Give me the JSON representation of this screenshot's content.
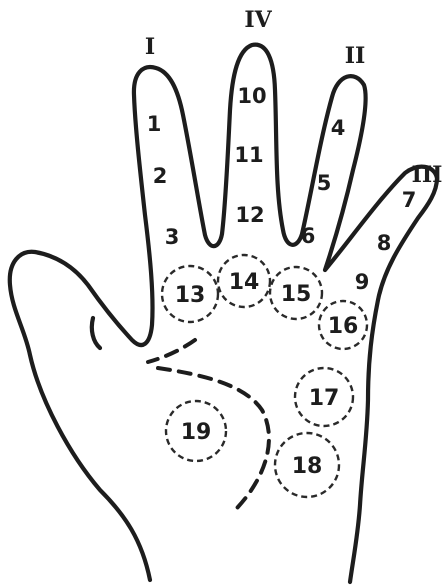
{
  "finger_labels": [
    "I",
    "IV",
    "II",
    "III"
  ],
  "finger_points": [
    "1",
    "2",
    "3",
    "10",
    "11",
    "12",
    "4",
    "5",
    "6",
    "7",
    "8",
    "9"
  ],
  "palm_zones": [
    "13",
    "14",
    "15",
    "16",
    "17",
    "18",
    "19"
  ]
}
